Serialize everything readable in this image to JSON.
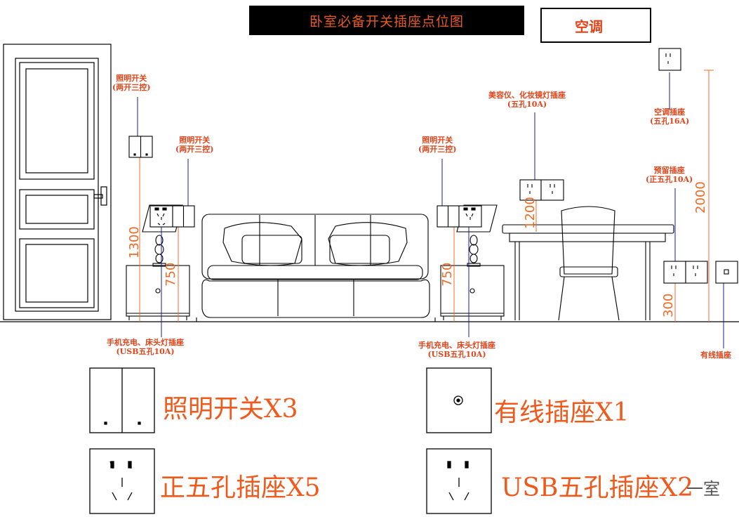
{
  "title": "卧室必备开关插座点位图",
  "ac_label": "空调",
  "callouts": {
    "switch_left_top": [
      "照明开关",
      "(两开三控)"
    ],
    "switch_left_mid": [
      "照明开关",
      "(两开三控)"
    ],
    "switch_right_mid": [
      "照明开关",
      "(两开三控)"
    ],
    "beauty_socket": [
      "美容仪、化妆镜灯插座",
      "(五孔10A)"
    ],
    "ac_socket": [
      "空调插座",
      "(五孔16A)"
    ],
    "reserved_socket": [
      "预留插座",
      "(正五孔10A)"
    ],
    "phone_left": [
      "手机充电、床头灯插座",
      "(USB五孔10A)"
    ],
    "phone_right": [
      "手机充电、床头灯插座",
      "(USB五孔10A)"
    ],
    "cable_socket": "有线插座"
  },
  "dimensions": {
    "d1300": "1300",
    "d750_left": "750",
    "d750_right": "750",
    "d1200": "1200",
    "d2000": "2000",
    "d300": "300"
  },
  "legend": [
    {
      "label": "照明开关X3",
      "icon": "two-gang-switch-icon"
    },
    {
      "label": "有线插座X1",
      "icon": "coax-socket-icon"
    },
    {
      "label": "正五孔插座X5",
      "icon": "five-hole-socket-icon"
    },
    {
      "label": "USB五孔插座X2",
      "icon": "usb-five-hole-socket-icon"
    }
  ],
  "watermark": "一室",
  "colors": {
    "accent": "#e0441a",
    "callout_line": "#1a1aa0",
    "dimension": "#ef6b25"
  }
}
